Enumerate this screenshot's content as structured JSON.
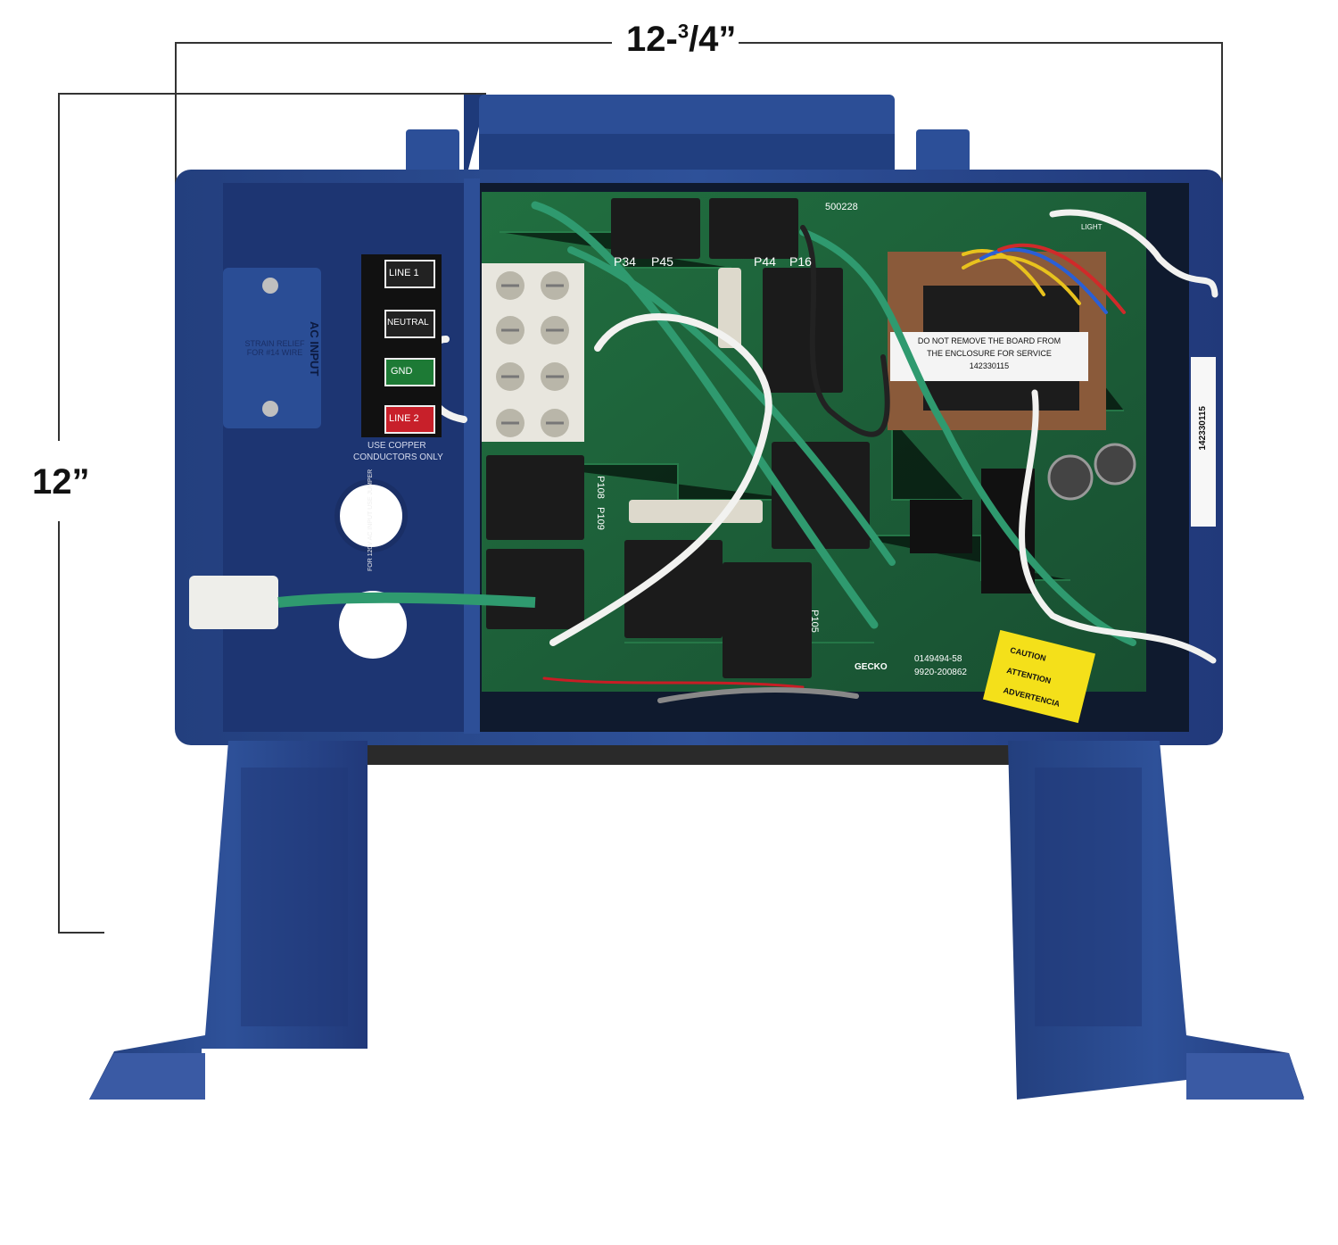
{
  "dimensions": {
    "width_whole": "12-",
    "width_num": "3",
    "width_den": "/4”",
    "height": "12”"
  },
  "enclosure": {
    "strain_relief_text": "STRAIN RELIEF FOR #14 WIRE",
    "ac_input_title": "AC INPUT",
    "jumper_note": "FOR 120V AC INPUT USE JUMPER",
    "terminals": [
      "LINE 1",
      "NEUTRAL",
      "GND",
      "LINE 2"
    ],
    "copper_note_1": "USE COPPER",
    "copper_note_2": "CONDUCTORS ONLY"
  },
  "board": {
    "brand": "GECKO",
    "connectors": [
      "P34",
      "P45",
      "P44",
      "P16",
      "P108",
      "P109",
      "P105"
    ],
    "board_id": "500228",
    "part_number_1": "0149494-58",
    "part_number_2": "9920-200862",
    "transformer_label_1": "DO NOT REMOVE THE BOARD FROM",
    "transformer_label_2": "THE ENCLOSURE FOR SERVICE",
    "transformer_label_3": "142330115",
    "side_sticker": "142330115",
    "light_label": "LIGHT"
  },
  "warning_tag": [
    "CAUTION",
    "ATTENTION",
    "ADVERTENCIA"
  ],
  "colors": {
    "enclosure_blue": "#2b4a8f",
    "pcb_green": "#1f6b3c",
    "wire_green": "#2f9a6f",
    "terminal_red": "#c8202a"
  }
}
